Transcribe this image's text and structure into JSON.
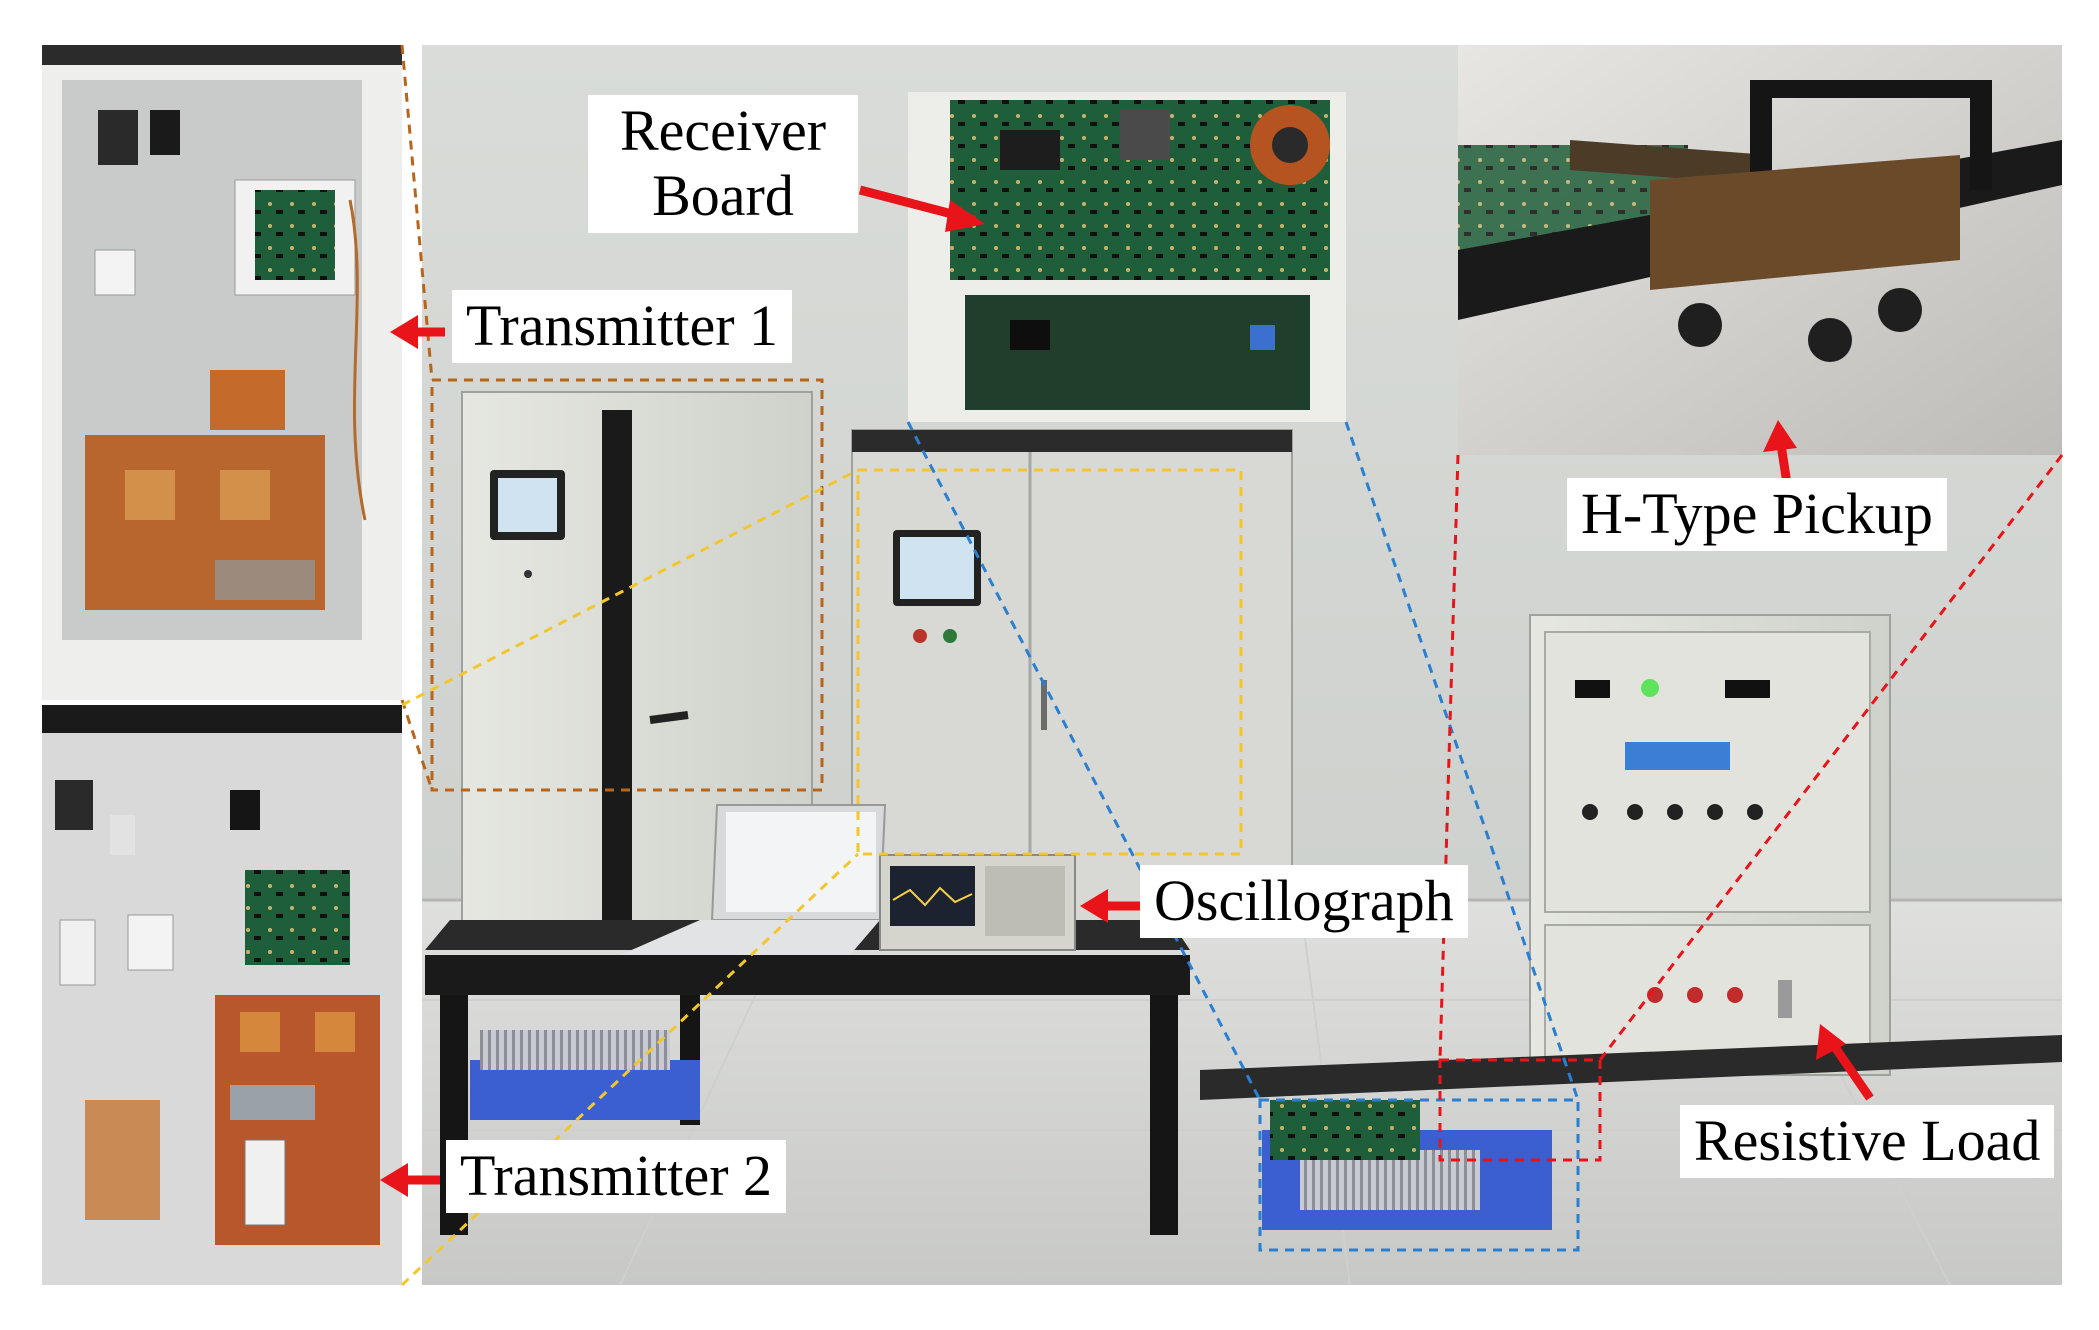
{
  "labels": {
    "receiver_line1": "Receiver",
    "receiver_line2": "Board",
    "transmitter1": "Transmitter 1",
    "transmitter2": "Transmitter 2",
    "h_pickup": "H-Type Pickup",
    "oscillograph": "Oscillograph",
    "resistive_load": "Resistive Load"
  },
  "colors": {
    "arrow": "#e8141a",
    "orange_box": "#b8651c",
    "yellow_box": "#f2c72e",
    "blue_box": "#2a7fd0",
    "red_box": "#e8141a",
    "background": "#ffffff"
  }
}
